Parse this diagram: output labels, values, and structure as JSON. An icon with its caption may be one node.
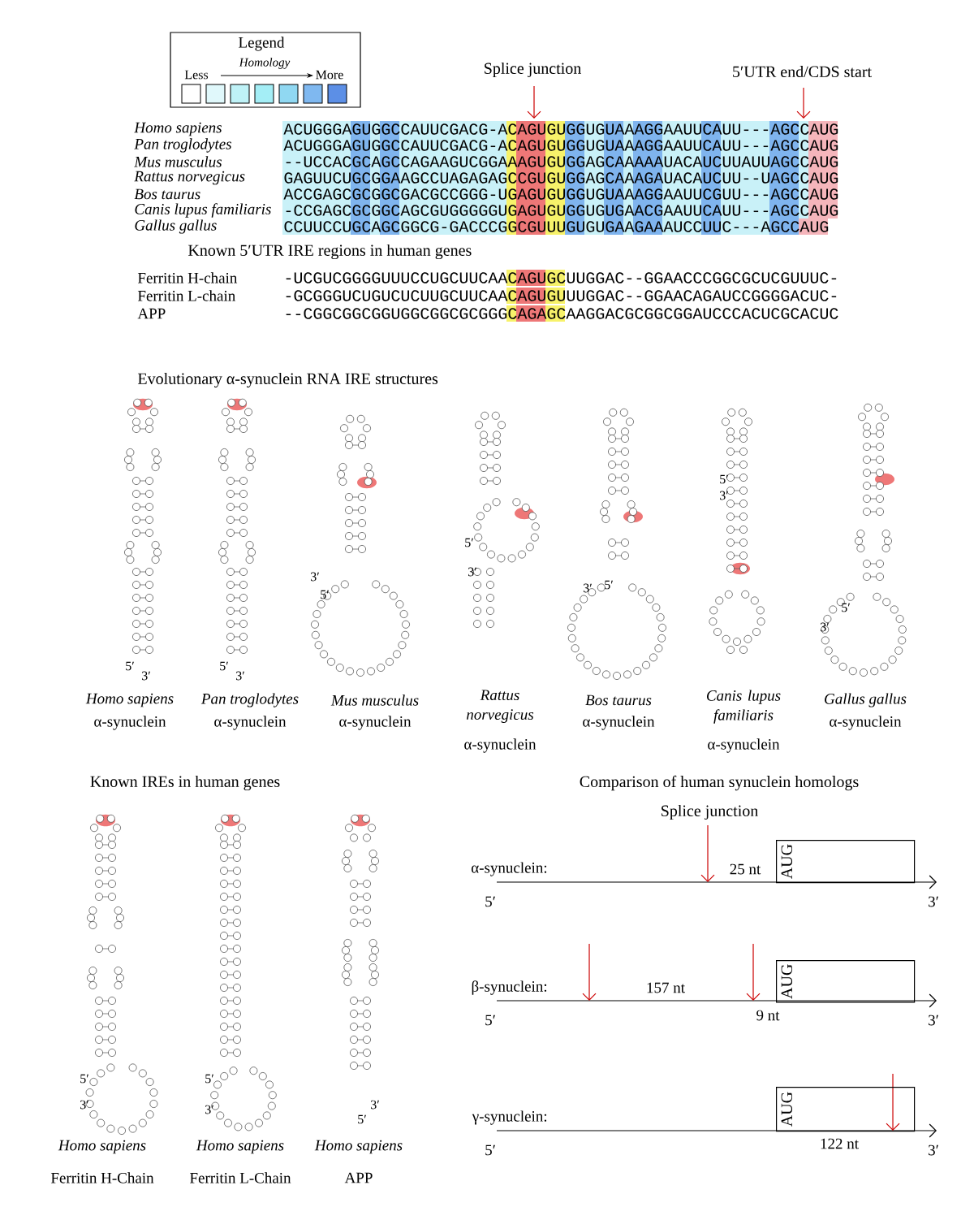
{
  "diagram": {
    "nodes": [
      {
        "text": [
          "AUG"
        ]
      },
      {
        "text": [
          "AUG"
        ]
      },
      {
        "text": [
          "AUG"
        ]
      }
    ],
    "labels": [
      "Legend",
      "Homology",
      "Less",
      "More",
      "Splice junction",
      "5′UTR end/CDS start",
      "Homo sapiens",
      "ACUGGGAGUGGCCAUUCGACG-ACAGUGUGGUGUAAAGGAAUUCAUU---AGCCAUG",
      "Pan troglodytes",
      "ACUGGGAGUGGCCAUUCGACG-ACAGUGUGGUGUAAAGGAAUUCAUU---AGCCAUG",
      "Mus musculus",
      "--UCCACGCAGCCAGAAGUCGGAAAGUGUGGAGCAAAAAUACAUCUUAUUAGCCAUG",
      "Rattus norvegicus",
      "GAGUUCUGCGGAAGCCUAGAGAGCCGUGUGGAGCAAAGAUACAUCUU--UAGCCAUG",
      "Bos taurus",
      "ACCGAGCGCGGCGACGCCGGG-UGAGUGUGGUGUAAAGGAAUUCGUU---AGCCAUG",
      "Canis lupus familiaris",
      "-CCGAGCGCGGCAGCGUGGGGGUGAGUGUGGUGUGAACGAAUUCAUU---AGCCAUG",
      "Gallus gallus",
      "CCUUCCUGCAGCGGCG-GACCCGGCGUUUGUGUGAAGAAAUCCUUC---AGCCAUG",
      "Known 5′UTR IRE regions in human genes",
      "Ferritin H-chain",
      "-UCGUCGGGGUUUCCUGCUUCAACAGUGCUUGGAC--GGAACCCGGCGCUCGUUUC-",
      "Ferritin L-chain",
      "-GCGGGUCUGUCUCUUGCUUCAACAGUGUUUGGAC--GGAACAGAUCCGGGGACUC-",
      "APP",
      "--CGGCGGCGGUGGCGGCGCGGGCAGAGCAAGGACGCGGCGGAUCCCACUCGCACUC",
      "Evolutionary α-synuclein RNA IRE structures",
      "5′",
      "3′",
      "5′",
      "3′",
      "3′",
      "5′",
      "5′",
      "3′",
      "3′",
      "5′",
      "5′",
      "3′",
      "5′",
      "3′",
      "Homo sapiens",
      "α-synuclein",
      "Pan troglodytes",
      "α-synuclein",
      "Mus musculus",
      "α-synuclein",
      "Rattus norvegicus",
      "α-synuclein",
      "Bos taurus",
      "α-synuclein",
      "Canis lupus familiaris",
      "α-synuclein",
      "Gallus gallus",
      "α-synuclein",
      "Known IREs in human genes",
      "5′",
      "3′",
      "5′",
      "3′",
      "3′",
      "5′",
      "Homo sapiens",
      "Ferritin H-Chain",
      "Homo sapiens",
      "Ferritin L-Chain",
      "Homo sapiens",
      "APP",
      "Comparison of human synuclein homologs",
      "Splice junction",
      "α-synuclein:",
      "25 nt",
      "5′",
      "3′",
      "β-synuclein:",
      "157 nt",
      "9 nt",
      "5′",
      "3′",
      "γ-synuclein:",
      "122 nt",
      "5′",
      "3′"
    ]
  }
}
